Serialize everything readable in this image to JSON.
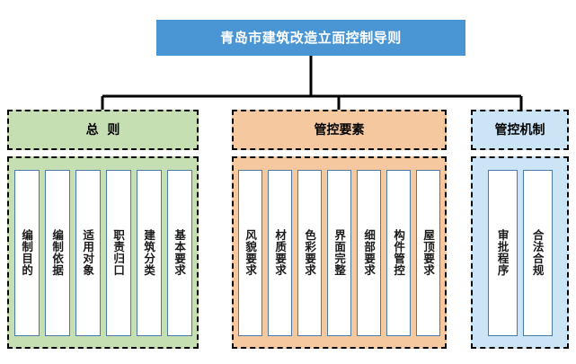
{
  "diagram": {
    "type": "organizational-hierarchy",
    "title": "青岛市建筑改造立面控制导则",
    "colors": {
      "title_bg": "#4a95d4",
      "title_text": "#ffffff",
      "general_panel": "#c5dfb3",
      "elements_panel": "#f5c89f",
      "mechanism_panel": "#cce5f6",
      "card_bg": "#ffffff",
      "card_border": "#4a7ba8",
      "panel_border": "#000000",
      "connector": "#000000",
      "page_bg": "#ffffff"
    },
    "branches": [
      {
        "id": "general-principles",
        "header": "总  则",
        "fill": "#c5dfb3",
        "items": [
          "编制目的",
          "编制依据",
          "适用对象",
          "职责归口",
          "建筑分类",
          "基本要求"
        ]
      },
      {
        "id": "control-elements",
        "header": "管控要素",
        "fill": "#f5c89f",
        "items": [
          "风貌要求",
          "材质要求",
          "色彩要求",
          "界面完整",
          "细部要求",
          "构件管控",
          "屋顶要求"
        ]
      },
      {
        "id": "control-mechanism",
        "header": "管控机制",
        "fill": "#cce5f6",
        "items": [
          "审批程序",
          "合法合规"
        ]
      }
    ]
  }
}
